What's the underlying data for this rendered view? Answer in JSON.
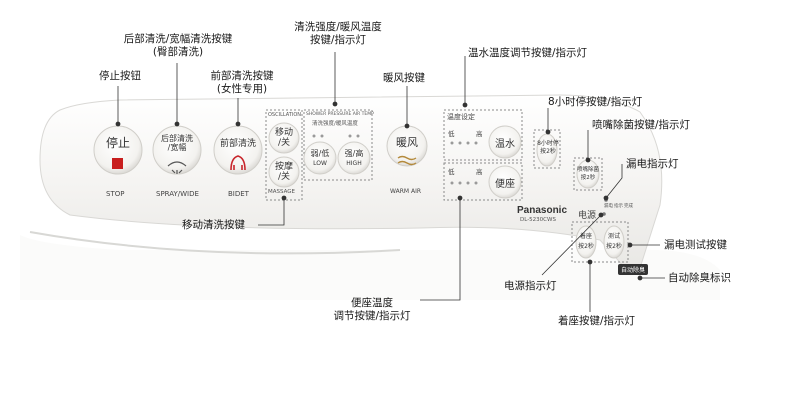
{
  "callouts": {
    "stop_button": "停止按钮",
    "spray_wide_line1": "后部清洗/宽幅清洗按键",
    "spray_wide_line2": "(臀部清洗)",
    "bidet_line1": "前部清洗按键",
    "bidet_line2": "(女性专用)",
    "strength_line1": "清洗强度/暖风温度",
    "strength_line2": "按键/指示灯",
    "warm_air": "暖风按键",
    "water_temp": "温水温度调节按键/指示灯",
    "timer_8h": "8小时停按键/指示灯",
    "nozzle_clean": "喷嘴除菌按键/指示灯",
    "leak_indicator": "漏电指示灯",
    "leak_test": "漏电测试按键",
    "auto_deodor": "自动除臭标识",
    "seat_button": "着座按键/指示灯",
    "power_indicator": "电源指示灯",
    "seat_temp_line1": "便座温度",
    "seat_temp_line2": "调节按键/指示灯",
    "oscillation": "移动清洗按键"
  },
  "panel": {
    "stop_glyph": "停止",
    "stop_caption": "STOP",
    "spray_glyph_line1": "后部清洗",
    "spray_glyph_line2": "/宽幅",
    "spray_caption": "SPRAY/WIDE",
    "bidet_glyph": "前部清洗",
    "bidet_caption": "BIDET",
    "oscillation_label": "OSCILLATION",
    "move_glyph_line1": "移动",
    "move_glyph_line2": "/关",
    "massage_glyph_line1": "按摩",
    "massage_glyph_line2": "/关",
    "massage_label": "MASSAGE",
    "pressure_header": "SHOWER PRESSURE AIR TEMP",
    "pressure_header_cn": "清洗强度/暖风温度",
    "weak_glyph": "弱/低",
    "weak_caption": "LOW",
    "strong_glyph": "强/高",
    "strong_caption": "HIGH",
    "warm_glyph": "暖风",
    "warm_caption": "WARM AIR",
    "temp_setting": "温度设定",
    "low": "低",
    "high": "高",
    "low2": "低",
    "high2": "高",
    "water_glyph": "温水",
    "seat_glyph": "便座",
    "brand": "Panasonic",
    "model": "DL-5230CWS",
    "timer_line1": "8小时停",
    "timer_line2": "按2秒",
    "nozzle_line1": "喷嘴除菌",
    "nozzle_line2": "按2秒",
    "power_glyph": "电源",
    "leak_label1": "漏电",
    "leak_label2": "指示",
    "leak_label3": "完成",
    "seat_btn_line1": "着座",
    "seat_btn_line2": "按2秒",
    "test_btn_line1": "测试",
    "test_btn_line2": "按2秒",
    "deodor_badge": "自动除臭"
  },
  "colors": {
    "panel_fill": "#f4f3f1",
    "panel_edge": "#d9d8d5",
    "stop_red": "#c81e1e",
    "bidet_red": "#c8262c",
    "leader": "#333333",
    "dashed": "#8a8a8a"
  }
}
